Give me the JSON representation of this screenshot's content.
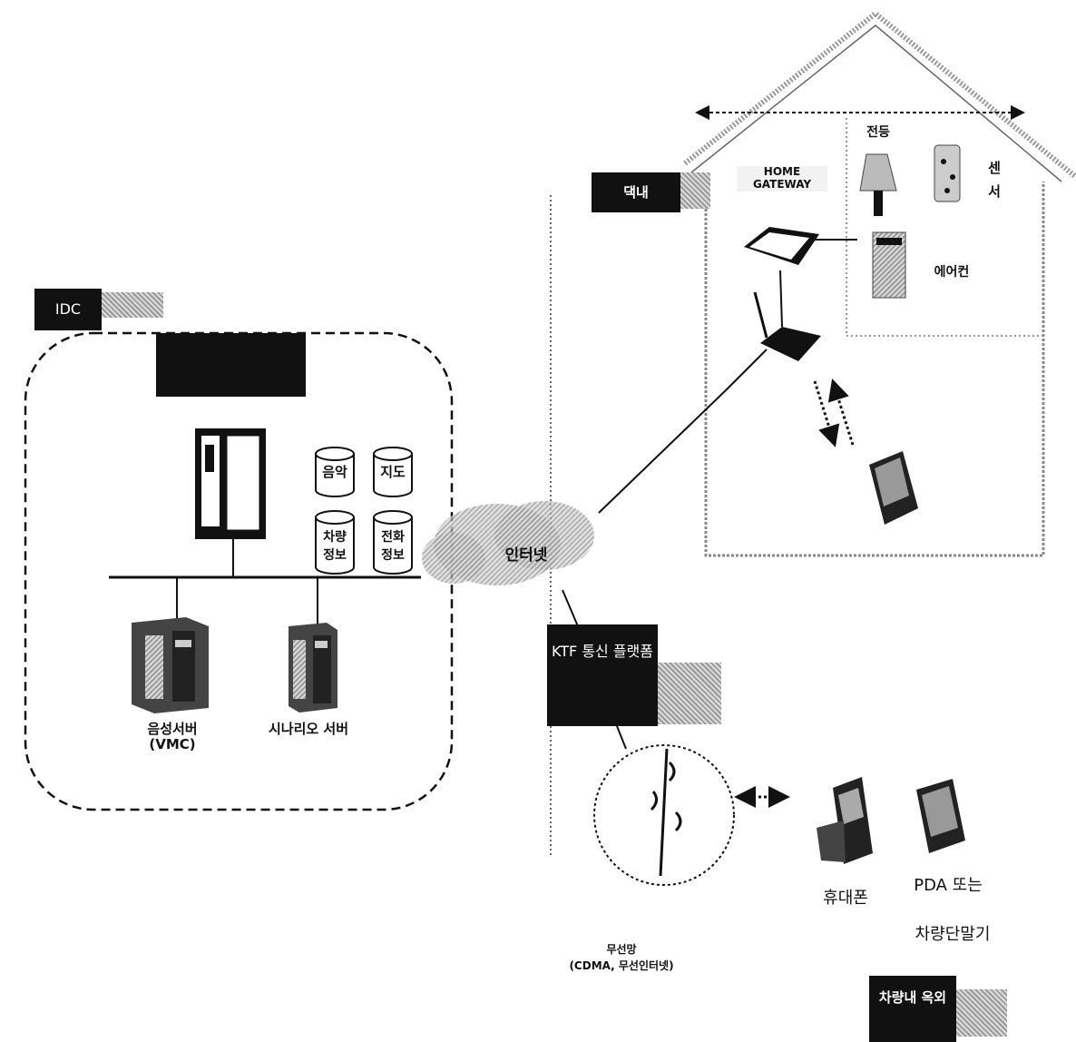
{
  "house": {
    "zone_label": "댁내",
    "gateway_label": "HOME GATEWAY",
    "light_label": "전등",
    "sensor_label": "센서",
    "aircon_label": "에어컨"
  },
  "idc": {
    "label": "IDC"
  },
  "databases": [
    {
      "id": "music",
      "label": "음악"
    },
    {
      "id": "map",
      "label": "지도"
    },
    {
      "id": "vehicle",
      "label": "차량 정보"
    },
    {
      "id": "phone",
      "label": "전화 정보"
    }
  ],
  "servers": {
    "voice_label": "음성서버 (VMC)",
    "scenario_label": "시나리오 서버"
  },
  "internet_label": "인터넷",
  "platform_label": "KTF 통신 플랫폼",
  "wireless": {
    "label_line1": "무선망",
    "label_line2": "(CDMA, 무선인터넷)"
  },
  "devices": {
    "phone_label": "휴대폰",
    "pda_label_line1": "PDA 또는",
    "pda_label_line2": "차량단말기"
  },
  "vehicle_zone_label": "차량내 옥외"
}
